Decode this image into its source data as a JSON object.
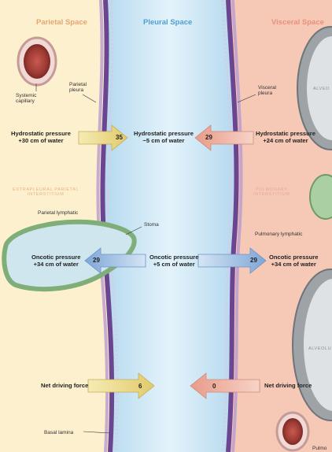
{
  "headers": {
    "parietal_space": "Parietal Space",
    "pleural_space": "Pleural Space",
    "visceral_space": "Visceral Space"
  },
  "labels": {
    "systemic_capillary": "Systemic\ncapillary",
    "parietal_pleura": "Parietal\npleura",
    "visceral_pleura": "Visceral\npleura",
    "alveolus_top": "ALVEO",
    "alveolus_bottom": "ALVEOLU",
    "extrapleural_interstitium": "EXTRAPLEURAL PARIETAL\nINTERSTITIUM",
    "pulmonary_interstitium": "PULMONARY\nINTERSTITIUM",
    "parietal_lymphatic": "Parietal lymphatic",
    "stoma": "Stoma",
    "pulmonary_lymphatic": "Pulmonary lymphatic",
    "basal_lamina": "Basal lamina",
    "pulmonary_capillary": "Pulmo"
  },
  "hydrostatic": {
    "parietal": "Hydrostatic pressure\n+30 cm of water",
    "pleural": "Hydrostatic pressure\n−5 cm of water",
    "visceral": "Hydrostatic pressure\n+24 cm of water",
    "arrow_left_value": "35",
    "arrow_right_value": "29"
  },
  "oncotic": {
    "parietal": "Oncotic pressure\n+34 cm of water",
    "pleural": "Oncotic pressure\n+5 cm of water",
    "visceral": "Oncotic pressure\n+34 cm of water",
    "arrow_left_value": "29",
    "arrow_right_value": "29"
  },
  "net": {
    "left_label": "Net driving force",
    "left_value": "6",
    "right_label": "Net driving force",
    "right_value": "0"
  },
  "colors": {
    "parietal_bg": "#fdf0cf",
    "pleural_bg": "#cfe8f6",
    "visceral_bg": "#f6c9b7",
    "membrane": "#8a5ea8",
    "lymphatic": "#9fc79a",
    "arrow_yellow": "#ecd98a",
    "arrow_pink": "#eeb1a2",
    "arrow_blue": "#9dbde2"
  }
}
